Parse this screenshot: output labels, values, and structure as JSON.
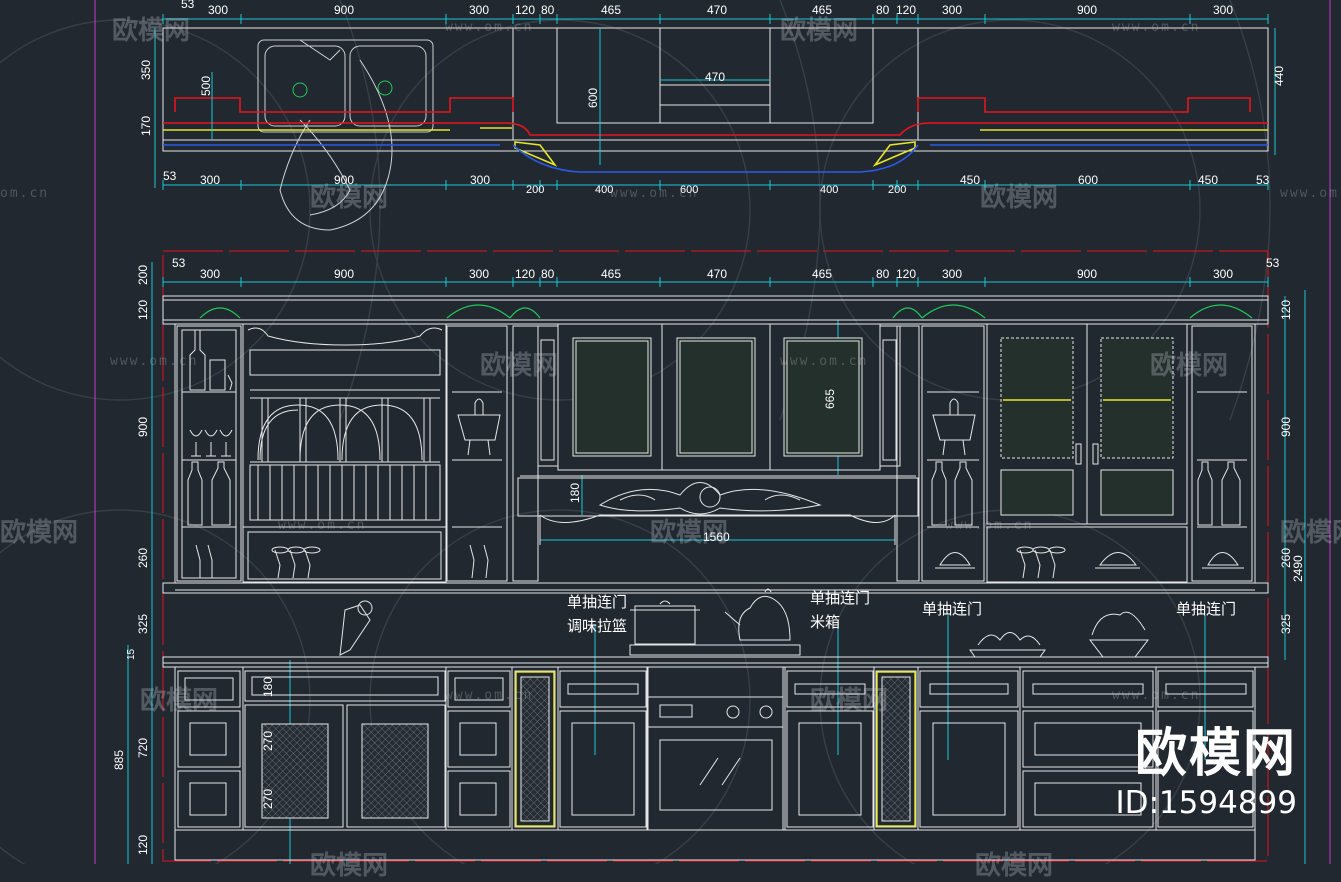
{
  "watermark": {
    "brand": "欧模网",
    "id_label": "ID:1594899",
    "tile_text": "欧模网",
    "url_text": "www.om.cn",
    "url_short": "om.cn"
  },
  "plan_dims": {
    "top": [
      "300",
      "900",
      "300",
      "120",
      "80",
      "465",
      "470",
      "465",
      "80",
      "120",
      "300",
      "900",
      "300"
    ],
    "left_top": "53",
    "left": [
      "350",
      "170",
      "53"
    ],
    "right": "440",
    "bottom": [
      "300",
      "900",
      "300",
      "200",
      "400",
      "600",
      "400",
      "200",
      "450",
      "600",
      "450",
      "53"
    ],
    "inner_500": "500",
    "inner_600": "600",
    "inner_470": "470"
  },
  "upper_dims": {
    "top": [
      "300",
      "900",
      "300",
      "120",
      "80",
      "465",
      "470",
      "465",
      "80",
      "120",
      "300",
      "900",
      "300"
    ],
    "edge_left": "53",
    "edge_right": "53",
    "left": [
      "200",
      "120",
      "900",
      "260",
      "325",
      "15",
      "885",
      "720",
      "120"
    ],
    "right": [
      "120",
      "900",
      "260",
      "325"
    ],
    "total_height": "2490",
    "hood_width": "1560",
    "hood_180": "180",
    "panel_665": "665",
    "drawer_180": "180",
    "door_270a": "270",
    "door_270b": "270"
  },
  "notes": {
    "note1_line1": "单抽连门",
    "note1_line2": "调味拉篮",
    "note2_line1": "单抽连门",
    "note2_line2": "米箱",
    "note3": "单抽连门",
    "note4": "单抽连门"
  },
  "colors": {
    "background": "#212830",
    "line_white": "#e6e6e6",
    "dimension": "#19c8d8",
    "red": "#e8141c",
    "yellow": "#e6e62a",
    "green": "#22c85a",
    "blue": "#2a5ae6",
    "magenta": "#c83cc8"
  }
}
